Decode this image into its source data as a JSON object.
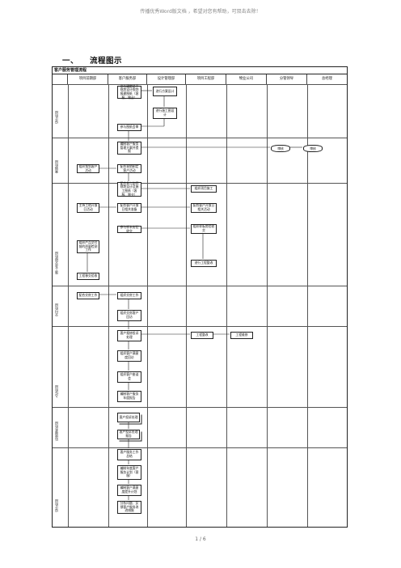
{
  "header_note": "传播优秀Word版文档 ，希望对您有帮助，可双击去除！",
  "section": {
    "number": "一、",
    "title": "流程图示"
  },
  "chart": {
    "title": "客户服务管理流程",
    "columns": [
      "项目前期部",
      "客户服务部",
      "设计管理部",
      "项目工程部",
      "物业公司",
      "分管领导",
      "总经理"
    ],
    "stages": [
      "设计阶段",
      "营销阶段",
      "施工及交接阶段",
      "交付阶段",
      "入住阶段",
      "后续服务阶段"
    ],
    "boxes": {
      "b1": "参与确定总平规划设计规划报建图纸（客服、物业）",
      "b2": "进行方案设计",
      "b3": "进行施工图设计",
      "b4": "参与图纸会审",
      "b5": "编制客户服务管理方案并提报",
      "b6": "组织策划客户活动",
      "b7": "配合营销制定客户活动",
      "b8": "配合参与协同规划设计及施工图纸（客服、物业）",
      "b9": "组织项目施工",
      "b10": "主持工地开放日活动",
      "b11": "配合客户开放日相关准备",
      "b12": "配合客户开放日相关活动",
      "b13": "参与样本房验收交",
      "b14": "组织样板房验收交",
      "b15": "组织产品交付前的质量检测工作",
      "b16": "进行工程整改",
      "b17": "工程移交验收",
      "b18": "配合交房工作",
      "b19": "组织交房工作",
      "b20": "组织交房客户回访",
      "b21": "客户报修投诉处理",
      "b22": "工程整改",
      "b23": "工程维修",
      "b24": "组织客户满意度回访",
      "b25": "组织客户座谈会",
      "b26": "编制客户服务年度报告",
      "b27": "客户投诉处理",
      "b28": "客户投诉处理报告",
      "b29": "客户服务工作总结",
      "b30": "编制年度客户服务计划（客服）",
      "b31": "编制客户满意度提升计划",
      "b32": "分析问题、反馈客户服务改进措施"
    },
    "ovals": {
      "o1": "审核",
      "o2": "审核"
    }
  },
  "footer": "1 / 6"
}
